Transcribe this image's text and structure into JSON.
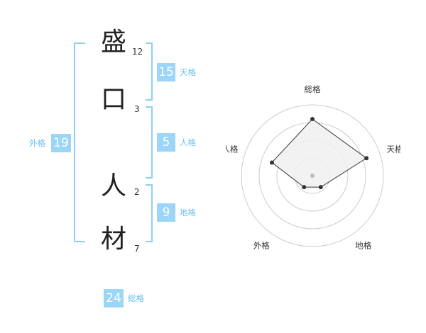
{
  "name": {
    "chars": [
      {
        "char": "盛",
        "strokes": "12"
      },
      {
        "char": "口",
        "strokes": "3"
      },
      {
        "char": "人",
        "strokes": "2"
      },
      {
        "char": "材",
        "strokes": "7"
      }
    ]
  },
  "scores": {
    "tenkaku": {
      "value": "15",
      "label": "天格"
    },
    "jinkaku": {
      "value": "5",
      "label": "人格"
    },
    "chikaku": {
      "value": "9",
      "label": "地格"
    },
    "gaikaku": {
      "value": "19",
      "label": "外格"
    },
    "soukaku": {
      "value": "24",
      "label": "総格"
    }
  },
  "chart_data": {
    "type": "radar",
    "axes": [
      "総格",
      "天格",
      "地格",
      "外格",
      "人格"
    ],
    "values": [
      4,
      4,
      1,
      1,
      3
    ],
    "scale_max": 5,
    "rings": 4,
    "fill_color": "#f0f0f0",
    "line_color": "#333333",
    "ring_color": "#cccccc"
  }
}
